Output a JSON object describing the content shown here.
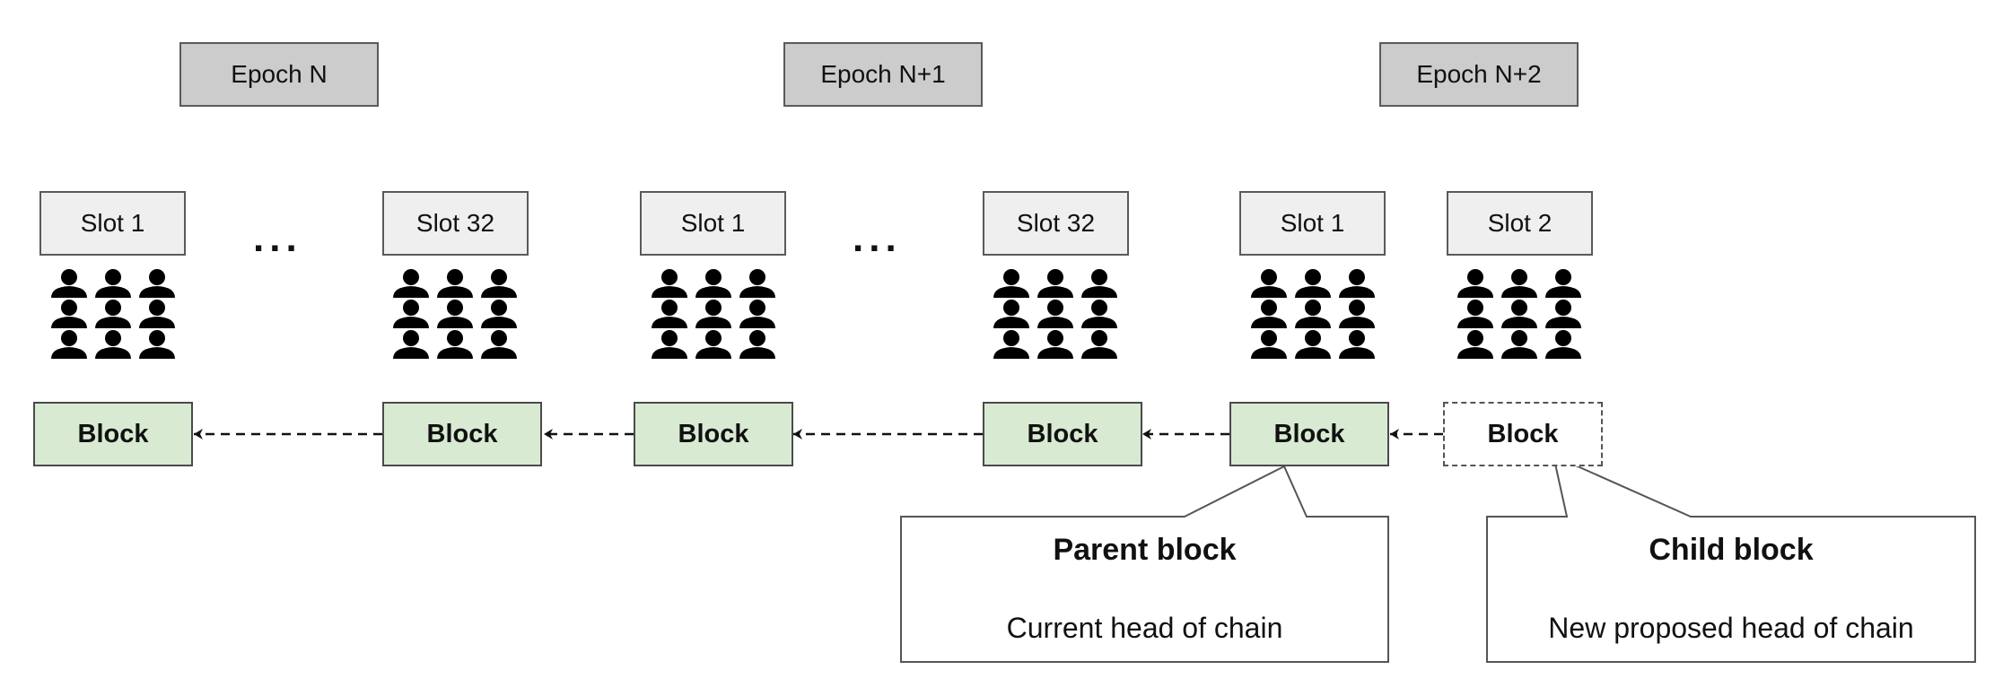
{
  "epochs": [
    "Epoch N",
    "Epoch N+1",
    "Epoch N+2"
  ],
  "slots": [
    "Slot 1",
    "Slot 32",
    "Slot 1",
    "Slot 32",
    "Slot 1",
    "Slot 2"
  ],
  "ellipsis": "...",
  "block_label": "Block",
  "callouts": {
    "parent": {
      "title": "Parent block",
      "subtitle": "Current head of chain"
    },
    "child": {
      "title": "Child block",
      "subtitle": "New proposed head of chain"
    }
  },
  "colors": {
    "epoch_fill": "#cccccc",
    "slot_fill": "#efefef",
    "block_fill": "#d9ead3",
    "proposed_block_fill": "#ffffff",
    "outline": "#555555",
    "people": "#000000"
  },
  "icons": [
    "validator-group-icon",
    "dashed-arrow-left"
  ]
}
